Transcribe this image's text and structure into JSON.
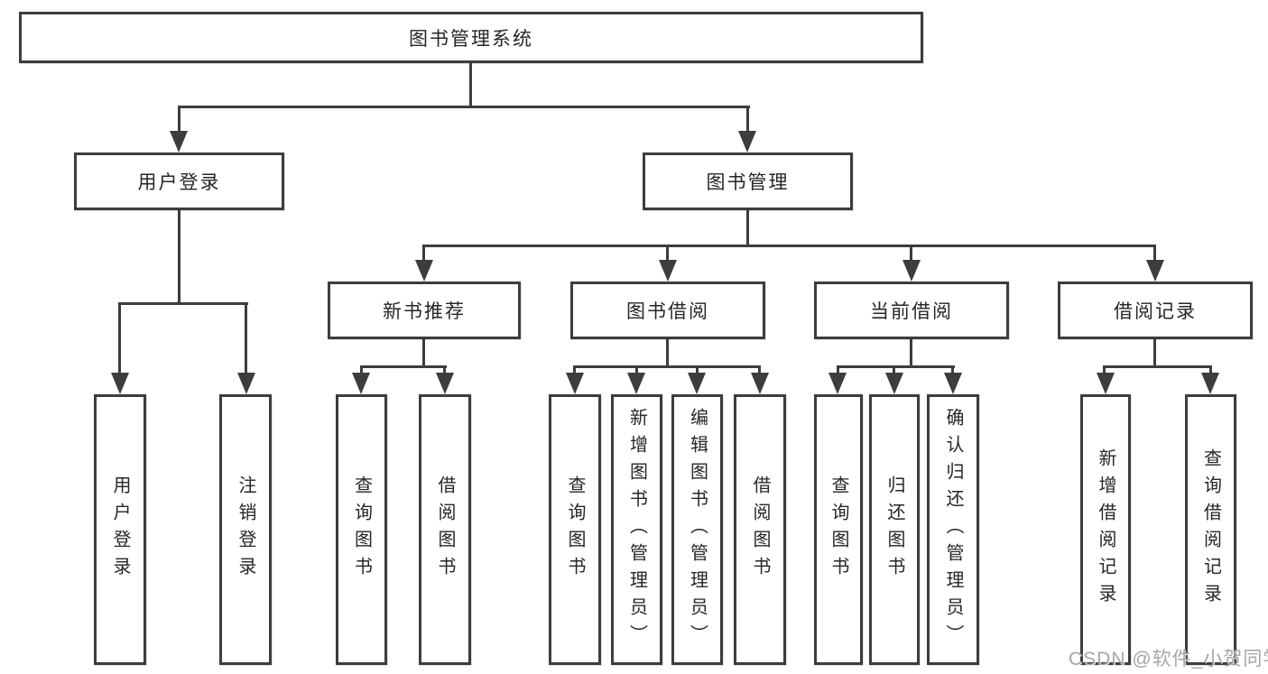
{
  "tree": {
    "root": {
      "label": "图书管理系统"
    },
    "branches": [
      {
        "label": "用户登录",
        "children": [
          {
            "label": "用户登录"
          },
          {
            "label": "注销登录"
          }
        ]
      },
      {
        "label": "图书管理",
        "sections": [
          {
            "label": "新书推荐",
            "children": [
              {
                "label": "查询图书"
              },
              {
                "label": "借阅图书"
              }
            ]
          },
          {
            "label": "图书借阅",
            "children": [
              {
                "label": "查询图书"
              },
              {
                "label": "新增图书（管理员）"
              },
              {
                "label": "编辑图书（管理员）"
              },
              {
                "label": "借阅图书"
              }
            ]
          },
          {
            "label": "当前借阅",
            "children": [
              {
                "label": "查询图书"
              },
              {
                "label": "归还图书"
              },
              {
                "label": "确认归还（管理员）"
              }
            ]
          },
          {
            "label": "借阅记录",
            "children": [
              {
                "label": "新增借阅记录"
              },
              {
                "label": "查询借阅记录"
              }
            ]
          }
        ]
      }
    ]
  },
  "watermark": "CSDN @软件_小贺同学",
  "colors": {
    "line": "#3d3d3d",
    "box_border": "#3d3d3d",
    "text": "#262626",
    "watermark": "#9e9e9e",
    "background": "#ffffff"
  }
}
